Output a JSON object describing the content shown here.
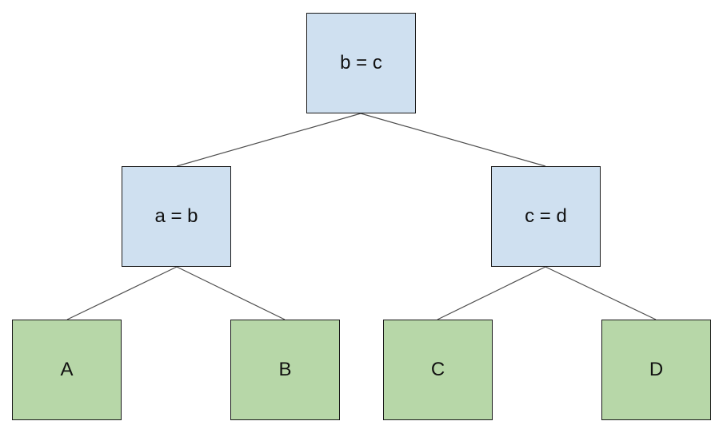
{
  "colors": {
    "internal_fill": "#cfe0f0",
    "leaf_fill": "#b7d7a8",
    "border": "#1a1a1a",
    "edge": "#4d4d4d"
  },
  "tree": {
    "root": {
      "label": "b = c",
      "kind": "internal"
    },
    "left": {
      "label": "a = b",
      "kind": "internal"
    },
    "right": {
      "label": "c = d",
      "kind": "internal"
    },
    "leaves": [
      {
        "label": "A"
      },
      {
        "label": "B"
      },
      {
        "label": "C"
      },
      {
        "label": "D"
      }
    ],
    "edges": [
      {
        "from": "b = c",
        "to": "a = b"
      },
      {
        "from": "b = c",
        "to": "c = d"
      },
      {
        "from": "a = b",
        "to": "A"
      },
      {
        "from": "a = b",
        "to": "B"
      },
      {
        "from": "c = d",
        "to": "C"
      },
      {
        "from": "c = d",
        "to": "D"
      }
    ]
  }
}
